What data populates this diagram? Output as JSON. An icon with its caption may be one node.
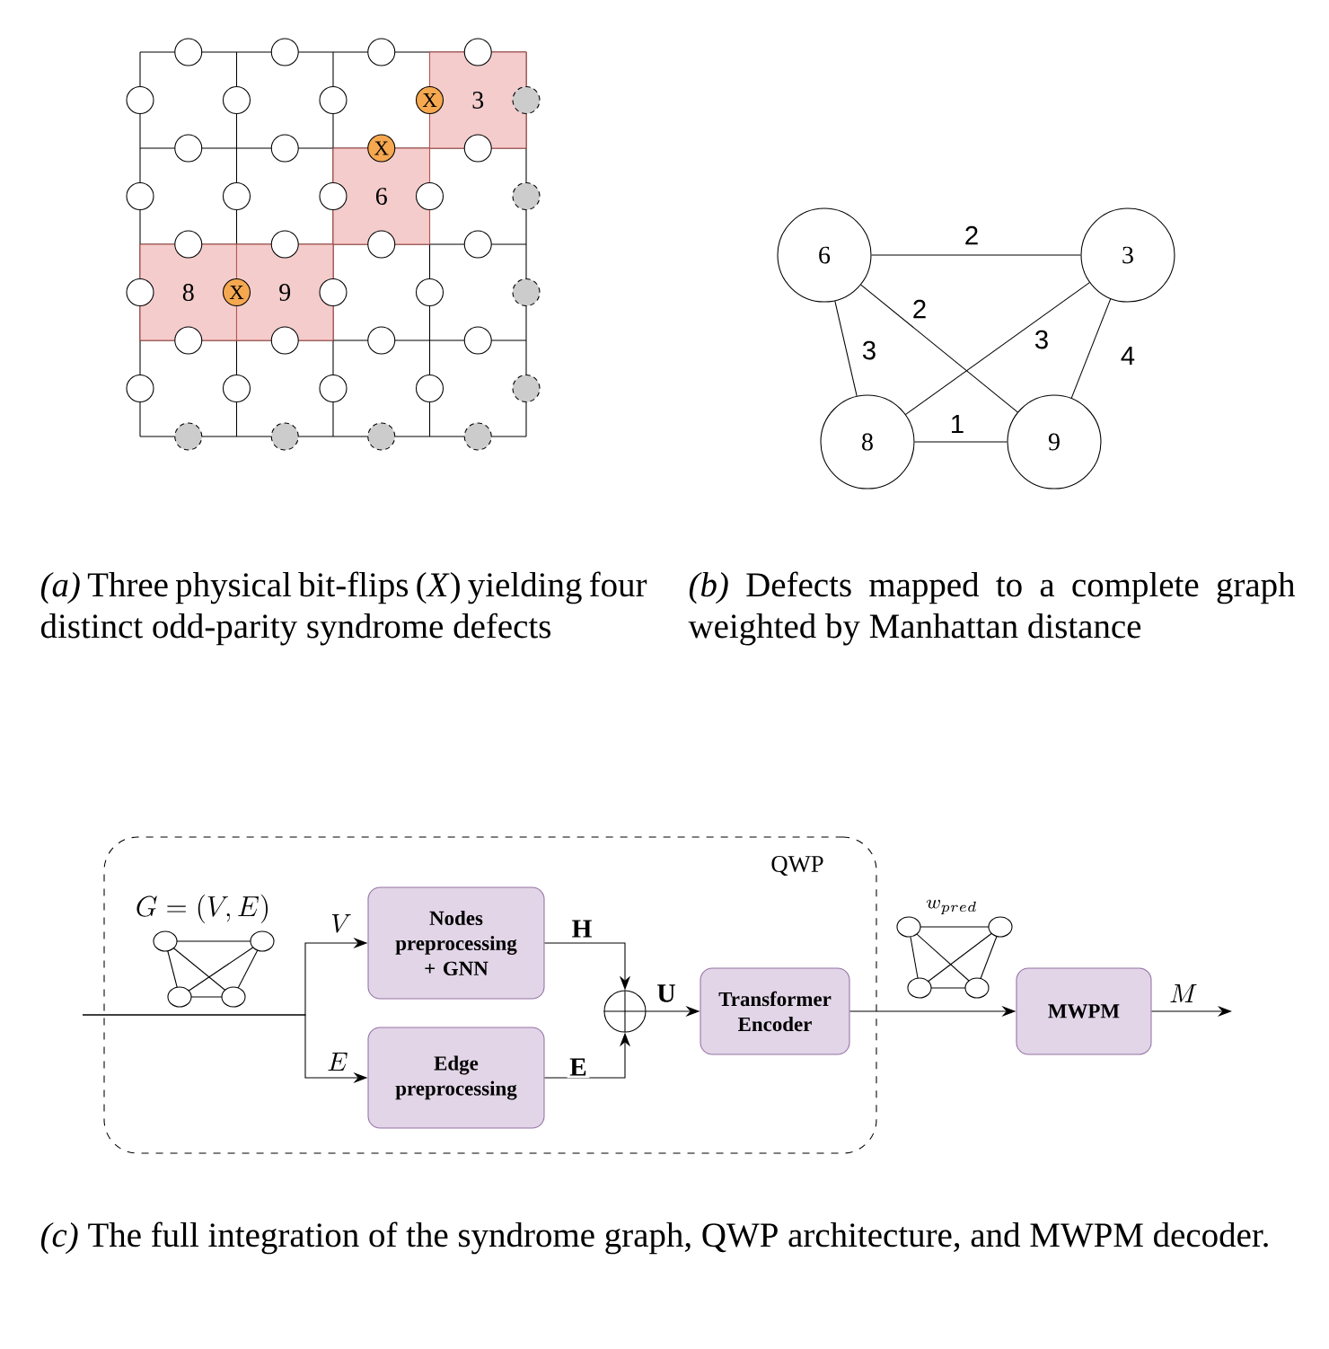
{
  "diagram": {
    "nodes": [
      {
        "text": [
          "3"
        ]
      },
      {
        "text": [
          "X"
        ]
      },
      {
        "text": [
          "X"
        ]
      },
      {
        "text": [
          "6"
        ]
      },
      {
        "text": [
          "8"
        ]
      },
      {
        "text": [
          "X"
        ]
      },
      {
        "text": [
          "9"
        ]
      },
      {
        "text": [
          "6"
        ]
      },
      {
        "text": [
          "3"
        ]
      },
      {
        "text": [
          "8"
        ]
      },
      {
        "text": [
          "9"
        ]
      },
      {
        "text": [
          "QWP"
        ]
      },
      {
        "text": [
          "G = (V, E)"
        ],
        "in": 11
      },
      {
        "text": [
          "Nodes preprocessing + GNN"
        ],
        "in": 11
      },
      {
        "text": [
          "Edge preprocessing"
        ],
        "in": 11
      },
      {
        "text": [],
        "shape": "circle",
        "in": 11
      },
      {
        "text": [
          "Transformer Encoder"
        ],
        "in": 11
      },
      {
        "text": [
          "w_{pred}"
        ]
      },
      {
        "text": [
          "MWPM"
        ]
      }
    ],
    "edges": [
      {
        "from": 7,
        "to": 8,
        "arrow": "none",
        "label": "2"
      },
      {
        "from": 7,
        "to": 10,
        "arrow": "none",
        "label": "2"
      },
      {
        "from": 7,
        "to": 9,
        "arrow": "none",
        "label": "3"
      },
      {
        "from": 9,
        "to": 8,
        "arrow": "none",
        "label": "3"
      },
      {
        "from": 8,
        "to": 10,
        "arrow": "none",
        "label": "4"
      },
      {
        "from": 9,
        "to": 10,
        "arrow": "none",
        "label": "1"
      },
      {
        "from": null,
        "to": 13,
        "arrow": "to",
        "label": "V"
      },
      {
        "from": null,
        "to": 14,
        "arrow": "to",
        "label": "E"
      },
      {
        "from": 13,
        "to": 15,
        "arrow": "to",
        "label": "\\mathbf{H}"
      },
      {
        "from": 14,
        "to": 15,
        "arrow": "to",
        "label": "\\mathbf{E}"
      },
      {
        "from": 15,
        "to": 16,
        "arrow": "to",
        "label": "\\mathbf{U}"
      },
      {
        "from": 16,
        "to": 18,
        "arrow": "to"
      },
      {
        "from": 18,
        "to": null,
        "arrow": "to",
        "label": "M"
      }
    ],
    "labels": [
      "*(a)* Three physical bit-flips (*X*) yielding four distinct odd-parity syndrome defects",
      "*(b)* Defects mapped to a complete graph weighted by Manhattan distance",
      "*(c)* The full integration of the syndrome graph, QWP architecture, and MWPM decoder."
    ]
  }
}
